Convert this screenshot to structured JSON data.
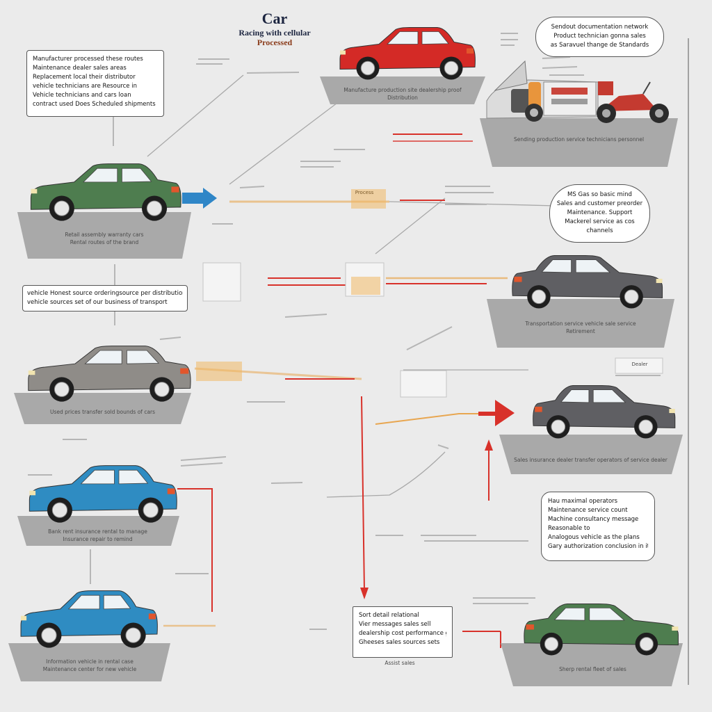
{
  "title": {
    "line1": "Car",
    "line2": "Racing with cellular",
    "line3": "Processed"
  },
  "colors": {
    "background": "#ebebeb",
    "platform": "#a9a9a9",
    "red_car": "#d42a26",
    "green_car": "#4e7d4f",
    "gray_car": "#8f8c88",
    "dark_car": "#5f5f63",
    "blue_car": "#2f8cc2",
    "arrow_blue": "#2f86c7",
    "arrow_red": "#d8312a",
    "line_orange": "#e8a650"
  },
  "notes": {
    "top_left": [
      "Manufacturer processed these routes",
      "Maintenance dealer sales areas",
      "Replacement local their distributor",
      "vehicle technicians are Resource in",
      "Vehicle technicians and cars loan",
      "contract used Does Scheduled shipments"
    ],
    "top_right": [
      "Sendout documentation network",
      "Product technician gonna sales",
      "as Saravuel thange de Standards"
    ],
    "mid_left": [
      "vehicle Honest source orderingsource per distribution",
      "vehicle sources set of our business of transport"
    ],
    "mid_right": [
      "MS Gas so basic mind",
      "Sales and customer preorder",
      "Maintenance. Support",
      "Mackerel service as cos",
      "channels"
    ],
    "bottom_right": [
      "Hau maximal operators",
      "Maintenance service count",
      "Machine consultancy message",
      "Reasonable to",
      "Analogous vehicle as the plans",
      "Gary authorization conclusion in items"
    ],
    "bottom_center": [
      "Sort detail relational",
      "Vier messages sales sell",
      "dealership cost performance go",
      "Gheeses sales sources sets"
    ]
  },
  "captions": {
    "red_car": [
      "Manufacture production site dealership proof",
      "Distribution"
    ],
    "green_car_left": [
      "Retail assembly warranty cars",
      "Rental routes of the brand"
    ],
    "gray_car_left": [
      "Used prices transfer sold bounds of cars"
    ],
    "blue_car_1": [
      "Bank rent insurance rental to manage",
      "Insurance repair to remind"
    ],
    "blue_car_2": [
      "Information vehicle in rental case",
      "Maintenance center for new vehicle"
    ],
    "engine": [
      "Sending production service technicians personnel"
    ],
    "dark_car_1": [
      "Transportation service vehicle sale service",
      "Retirement"
    ],
    "dark_car_2": [
      "Sales insurance dealer transfer operators of service dealer"
    ],
    "green_car_right": [
      "Sherp rental fleet of sales"
    ],
    "bottom_center_sub": "Assist sales"
  },
  "floating_labels": {
    "top_mid_tag": "Process",
    "dark_car_2_tag": "Dealer"
  }
}
